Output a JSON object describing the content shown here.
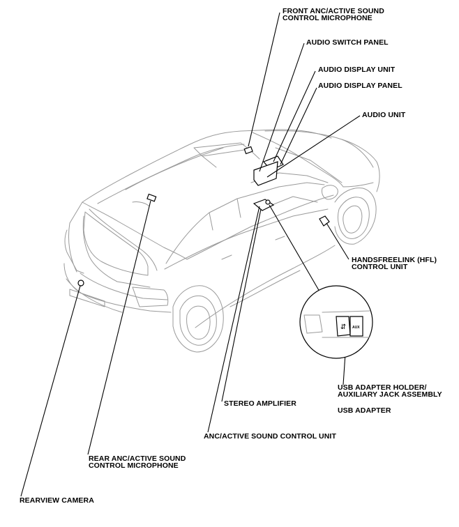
{
  "labels": {
    "front_mic_line1": "FRONT ANC/ACTIVE SOUND",
    "front_mic_line2": "CONTROL MICROPHONE",
    "audio_switch_panel": "AUDIO SWITCH PANEL",
    "audio_display_unit": "AUDIO DISPLAY UNIT",
    "audio_display_panel": "AUDIO DISPLAY PANEL",
    "audio_unit": "AUDIO UNIT",
    "hfl_line1": "HANDSFREELINK (HFL)",
    "hfl_line2": "CONTROL UNIT",
    "usb_holder_line1": "USB ADAPTER HOLDER/",
    "usb_holder_line2": "AUXILIARY JACK ASSEMBLY",
    "usb_adapter": "USB ADAPTER",
    "stereo_amplifier": "STEREO AMPLIFIER",
    "anc_unit": "ANC/ACTIVE SOUND CONTROL UNIT",
    "rear_mic_line1": "REAR ANC/ACTIVE SOUND",
    "rear_mic_line2": "CONTROL MICROPHONE",
    "rearview_camera": "REARVIEW CAMERA"
  },
  "inset": {
    "aux_jack_text": "AUX"
  }
}
